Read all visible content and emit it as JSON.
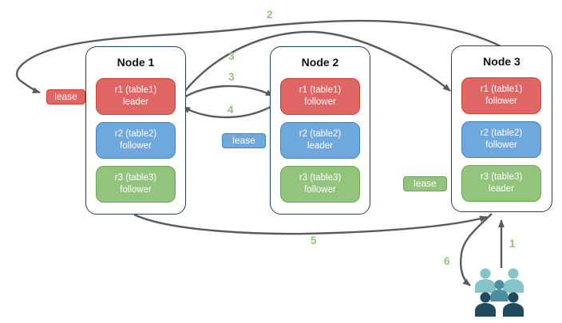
{
  "diagram": {
    "title_hint": "replica leaseholder flow across three nodes",
    "nodes": [
      {
        "title": "Node 1",
        "replicas": [
          {
            "label": "r1 (table1)",
            "role": "leader",
            "color": "red"
          },
          {
            "label": "r2 (table2)",
            "role": "follower",
            "color": "blue"
          },
          {
            "label": "r3 (table3)",
            "role": "follower",
            "color": "green"
          }
        ]
      },
      {
        "title": "Node 2",
        "replicas": [
          {
            "label": "r1 (table1)",
            "role": "follower",
            "color": "red"
          },
          {
            "label": "r2 (table2)",
            "role": "leader",
            "color": "blue"
          },
          {
            "label": "r3 (table3)",
            "role": "follower",
            "color": "green"
          }
        ]
      },
      {
        "title": "Node 3",
        "replicas": [
          {
            "label": "r1 (table1)",
            "role": "follower",
            "color": "red"
          },
          {
            "label": "r2 (table2)",
            "role": "follower",
            "color": "blue"
          },
          {
            "label": "r3 (table3)",
            "role": "leader",
            "color": "green"
          }
        ]
      }
    ],
    "leases": [
      {
        "text": "lease",
        "color": "red"
      },
      {
        "text": "lease",
        "color": "blue"
      },
      {
        "text": "lease",
        "color": "green"
      }
    ],
    "steps": [
      {
        "text": "1"
      },
      {
        "text": "2"
      },
      {
        "text": "3"
      },
      {
        "text": "3"
      },
      {
        "text": "4"
      },
      {
        "text": "5"
      },
      {
        "text": "6"
      }
    ],
    "icons": {
      "clients": "users-group-icon"
    },
    "colors": {
      "replica_red": "#e06666",
      "replica_red_border": "#cc4125",
      "replica_blue": "#6fa8dc",
      "replica_blue_border": "#3d85c6",
      "replica_green": "#93c47d",
      "replica_green_border": "#6aa84f",
      "node_border": "#24406a",
      "arrow": "#5b5b5b",
      "step_label": "#93c47d",
      "users_light": "#85c4c9",
      "users_medium": "#4d8e9e",
      "users_dark": "#1f4a5f"
    }
  }
}
